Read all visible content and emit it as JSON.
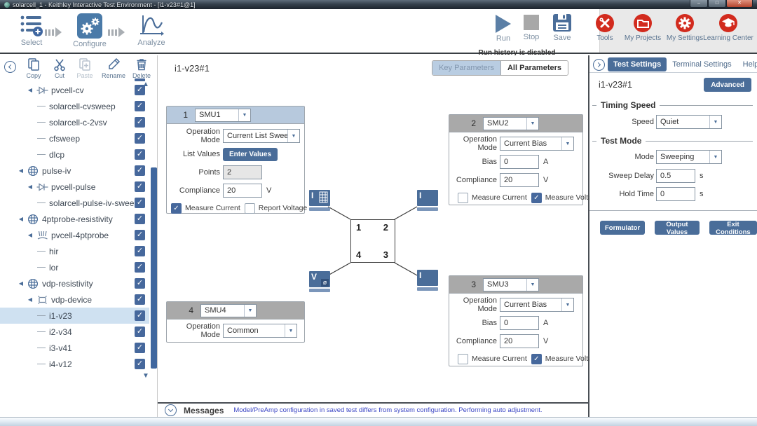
{
  "window": {
    "title": "solarcell_1 - Keithley Interactive Test Environment - [i1-v23#1@1]"
  },
  "colors": {
    "accent_blue": "#4a6d99",
    "brand_red": "#d22b1e",
    "smu1_header_blue": "#b7c9dd",
    "smu_header_gray": "#a9a9a9",
    "selected_row_blue": "#cfe1f1",
    "message_text_blue": "#3b46c4"
  },
  "toolbar": {
    "select_label": "Select",
    "configure_label": "Configure",
    "analyze_label": "Analyze",
    "run_label": "Run",
    "stop_label": "Stop",
    "save_label": "Save",
    "run_history_note": "Run history is disabled",
    "tools_label": "Tools",
    "my_projects_label": "My Projects",
    "my_settings_label": "My Settings",
    "learning_center_label": "Learning Center"
  },
  "sidebar": {
    "actions": {
      "copy": "Copy",
      "cut": "Cut",
      "paste": "Paste",
      "rename": "Rename",
      "delete": "Delete"
    },
    "tree": [
      {
        "label": "pvcell-cv",
        "level": "device",
        "icon": "device",
        "checked": true,
        "expanded": true
      },
      {
        "label": "solarcell-cvsweep",
        "level": "test",
        "checked": true
      },
      {
        "label": "solarcell-c-2vsv",
        "level": "test",
        "checked": true
      },
      {
        "label": "cfsweep",
        "level": "test",
        "checked": true
      },
      {
        "label": "dlcp",
        "level": "test",
        "checked": true
      },
      {
        "label": "pulse-iv",
        "level": "site",
        "icon": "wafer",
        "checked": true,
        "expanded": true
      },
      {
        "label": "pvcell-pulse",
        "level": "device",
        "icon": "device",
        "checked": true,
        "expanded": true
      },
      {
        "label": "solarcell-pulse-iv-sweep",
        "level": "test",
        "checked": true
      },
      {
        "label": "4ptprobe-resistivity",
        "level": "site",
        "icon": "wafer",
        "checked": true,
        "expanded": true
      },
      {
        "label": "pvcell-4ptprobe",
        "level": "device",
        "icon": "probe",
        "checked": true,
        "expanded": true
      },
      {
        "label": "hir",
        "level": "test",
        "checked": true
      },
      {
        "label": "lor",
        "level": "test",
        "checked": true
      },
      {
        "label": "vdp-resistivity",
        "level": "site",
        "icon": "wafer",
        "checked": true,
        "expanded": true
      },
      {
        "label": "vdp-device",
        "level": "device",
        "icon": "vdp",
        "checked": true,
        "expanded": true
      },
      {
        "label": "i1-v23",
        "level": "test",
        "checked": true,
        "selected": true
      },
      {
        "label": "i2-v34",
        "level": "test",
        "checked": true
      },
      {
        "label": "i3-v41",
        "level": "test",
        "checked": true
      },
      {
        "label": "i4-v12",
        "level": "test",
        "checked": true
      }
    ]
  },
  "main": {
    "title": "i1-v23#1",
    "key_parameters_label": "Key Parameters",
    "all_parameters_label": "All Parameters",
    "smu1": {
      "number": "1",
      "name": "SMU1",
      "operation_mode_label": "Operation Mode",
      "operation_mode": "Current List Sweep",
      "list_values_label": "List Values",
      "enter_values_label": "Enter Values",
      "points_label": "Points",
      "points_value": "2",
      "compliance_label": "Compliance",
      "compliance_value": "20",
      "compliance_unit": "V",
      "measure_current_label": "Measure Current",
      "measure_current_checked": true,
      "report_voltage_label": "Report Voltage",
      "report_voltage_checked": false
    },
    "smu2": {
      "number": "2",
      "name": "SMU2",
      "operation_mode_label": "Operation Mode",
      "operation_mode": "Current Bias",
      "bias_label": "Bias",
      "bias_value": "0",
      "bias_unit": "A",
      "compliance_label": "Compliance",
      "compliance_value": "20",
      "compliance_unit": "V",
      "measure_current_label": "Measure Current",
      "measure_current_checked": false,
      "measure_voltage_label": "Measure Voltage",
      "measure_voltage_checked": true
    },
    "smu3": {
      "number": "3",
      "name": "SMU3",
      "operation_mode_label": "Operation Mode",
      "operation_mode": "Current Bias",
      "bias_label": "Bias",
      "bias_value": "0",
      "bias_unit": "A",
      "compliance_label": "Compliance",
      "compliance_value": "20",
      "compliance_unit": "V",
      "measure_current_label": "Measure Current",
      "measure_current_checked": false,
      "measure_voltage_label": "Measure Voltage",
      "measure_voltage_checked": true
    },
    "smu4": {
      "number": "4",
      "name": "SMU4",
      "operation_mode_label": "Operation Mode",
      "operation_mode": "Common"
    },
    "device_terminals": {
      "t1": "1",
      "t2": "2",
      "t3": "3",
      "t4": "4"
    },
    "terminal_icons": {
      "terminal1": "current-list-sweep-icon",
      "terminal2": "current-bias-icon",
      "terminal3": "current-bias-icon",
      "terminal4": "common-ground-icon"
    },
    "messages_label": "Messages",
    "message_text": "Model/PreAmp configuration in saved test differs from system configuration. Performing auto adjustment."
  },
  "right_panel": {
    "tabs": {
      "test_settings": "Test Settings",
      "terminal_settings": "Terminal Settings",
      "help": "Help"
    },
    "test_name": "i1-v23#1",
    "advanced_label": "Advanced",
    "timing_speed_title": "Timing Speed",
    "speed_label": "Speed",
    "speed_value": "Quiet",
    "test_mode_title": "Test Mode",
    "mode_label": "Mode",
    "mode_value": "Sweeping",
    "sweep_delay_label": "Sweep Delay",
    "sweep_delay_value": "0.5",
    "sweep_delay_unit": "s",
    "hold_time_label": "Hold Time",
    "hold_time_value": "0",
    "hold_time_unit": "s",
    "formulator_label": "Formulator",
    "output_values_label": "Output Values",
    "exit_conditions_label": "Exit Conditions"
  }
}
